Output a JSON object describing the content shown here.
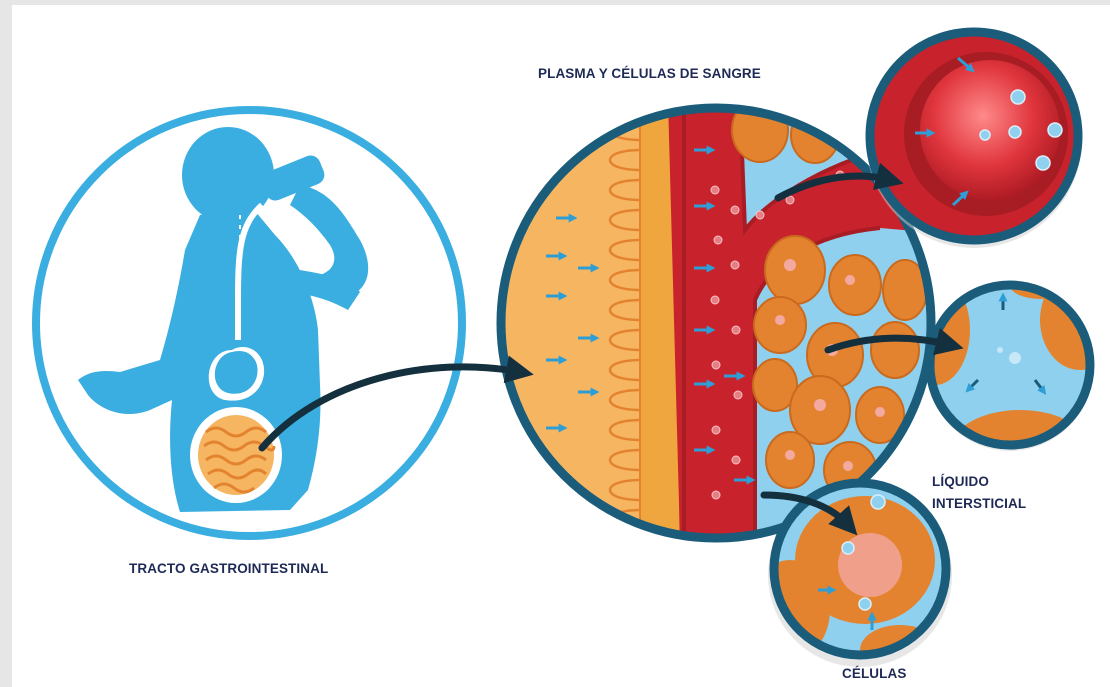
{
  "labels": {
    "gi_tract": "TRACTO GASTROINTESTINAL",
    "plasma": "PLASMA Y CÉLULAS DE SANGRE",
    "interstitial_line1": "LÍQUIDO",
    "interstitial_line2": "INTERSTICIAL",
    "cells": "CÉLULAS"
  },
  "colors": {
    "blue": "#3aaee0",
    "navy": "#1a5c7a",
    "red": "#c8232c",
    "orange": "#e4832f",
    "light_blue": "#8fd0ee",
    "tan": "#f5b561",
    "dark_arrow": "#14303f"
  }
}
